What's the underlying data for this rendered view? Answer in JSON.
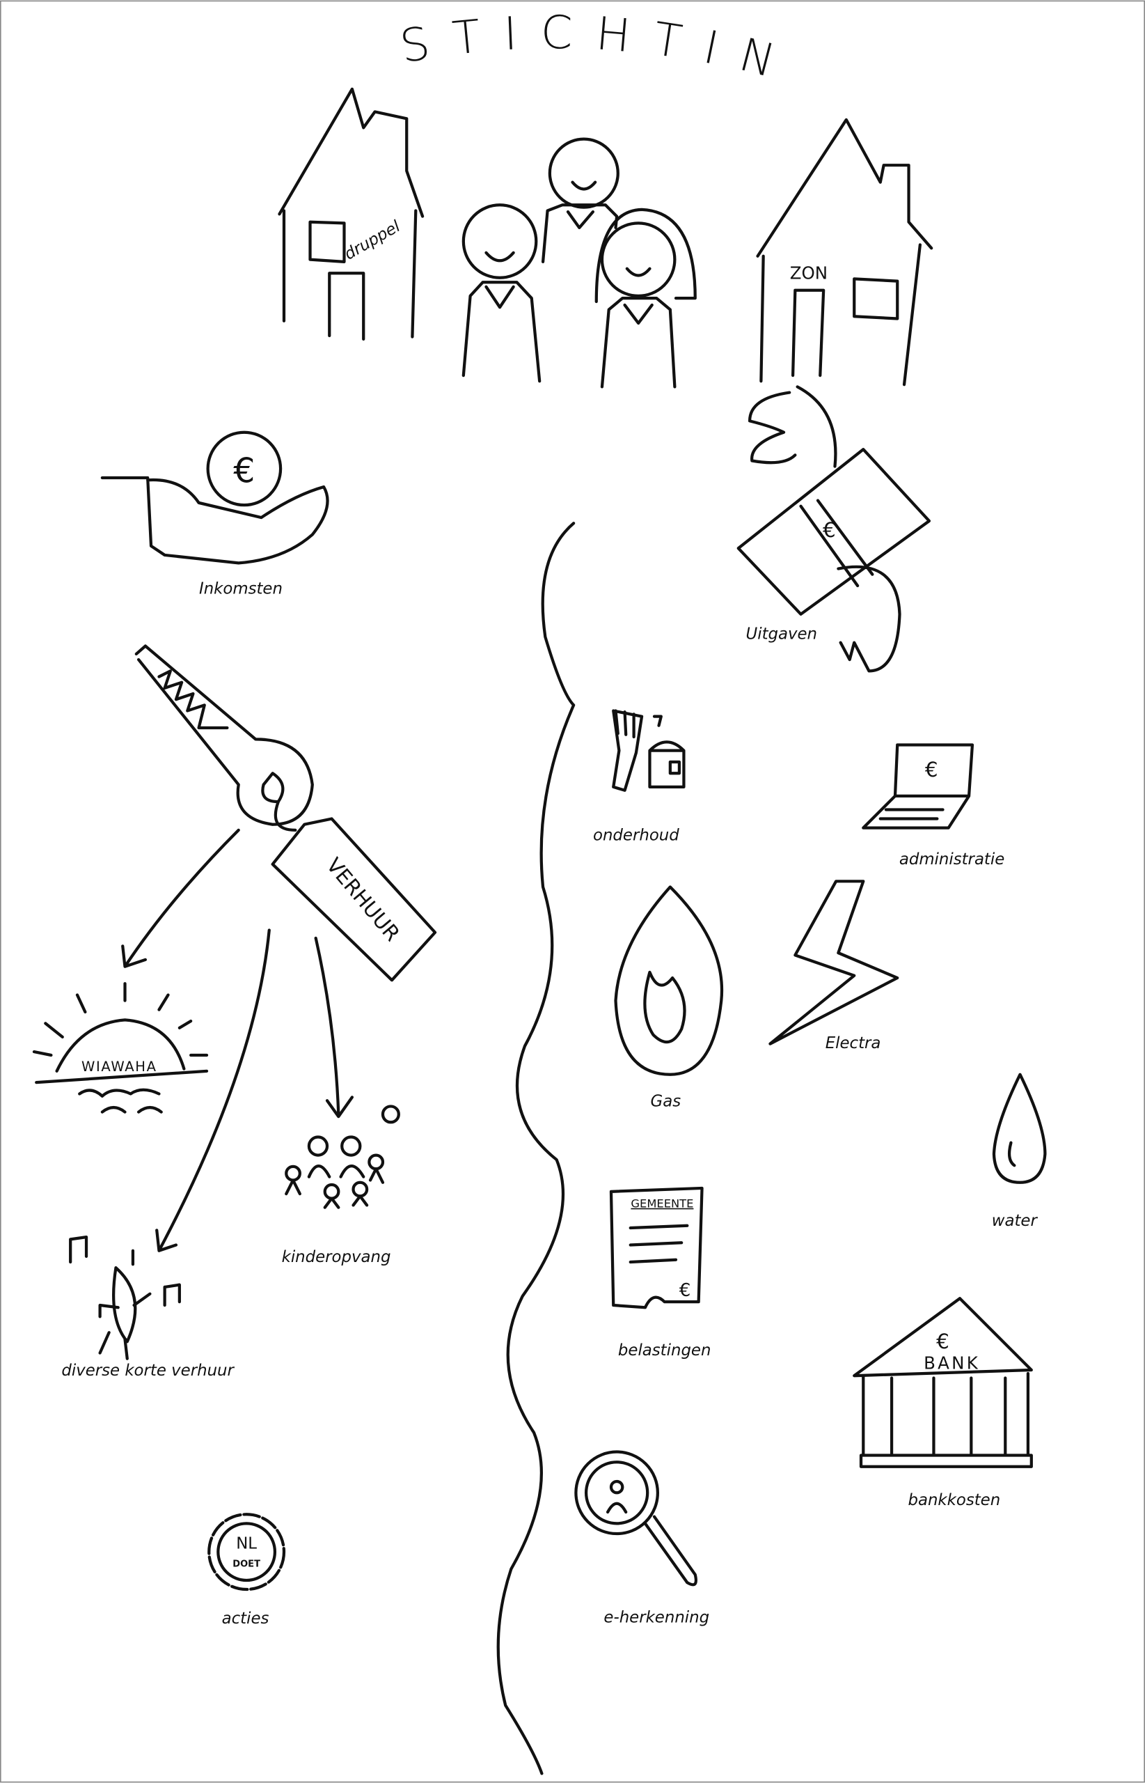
{
  "title": "STICHTING",
  "houses": {
    "left": "druppel",
    "right": "ZON"
  },
  "income": {
    "label": "Inkomsten",
    "coin_symbol": "€",
    "rental_tag": "VERHUUR",
    "items": [
      {
        "label": "WIAWAHA",
        "icon": "sunset-icon"
      },
      {
        "label": "kinderopvang",
        "icon": "children-icon"
      },
      {
        "label": "diverse korte verhuur",
        "icon": "dancing-moon-icon"
      },
      {
        "label": "acties",
        "icon": "nl-doet-badge-icon",
        "badge_top": "NL",
        "badge_bottom": "DOET"
      }
    ]
  },
  "expenses": {
    "label": "Uitgaven",
    "note_symbol": "€",
    "items": [
      {
        "label": "onderhoud",
        "icon": "paint-brush-icon"
      },
      {
        "label": "administratie",
        "icon": "laptop-icon",
        "symbol": "€"
      },
      {
        "label": "Gas",
        "icon": "flame-icon"
      },
      {
        "label": "Electra",
        "icon": "lightning-icon"
      },
      {
        "label": "water",
        "icon": "water-drop-icon"
      },
      {
        "label": "belastingen",
        "icon": "tax-document-icon",
        "doc_header": "GEMEENTE",
        "symbol": "€"
      },
      {
        "label": "bankkosten",
        "icon": "bank-icon",
        "sign": "BANK",
        "symbol": "€"
      },
      {
        "label": "e-herkenning",
        "icon": "magnifier-icon"
      }
    ]
  }
}
